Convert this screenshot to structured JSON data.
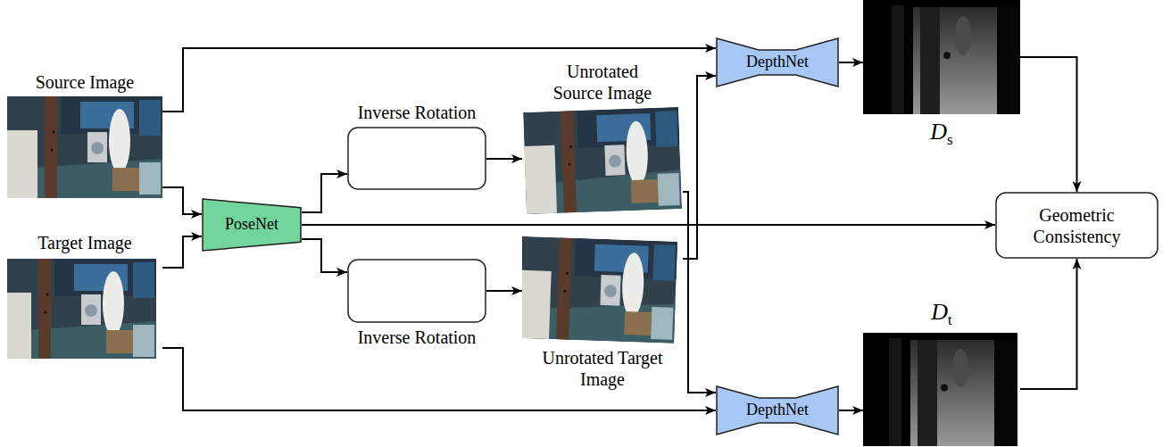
{
  "diagram": {
    "nodes": [
      {
        "text": [
          "Source Image"
        ]
      },
      {
        "text": [
          "Target Image"
        ]
      },
      {
        "text": [
          "PoseNet"
        ]
      },
      {
        "text": [
          "Inverse Rotation"
        ]
      },
      {
        "text": [
          "Inverse Rotation"
        ]
      },
      {
        "text": [
          "Unrotated Source Image"
        ]
      },
      {
        "text": [
          "Unrotated Target Image"
        ]
      },
      {
        "text": [
          "DepthNet"
        ]
      },
      {
        "text": [
          "DepthNet"
        ]
      },
      {
        "text": [
          "Ds"
        ]
      },
      {
        "text": [
          "Dt"
        ]
      },
      {
        "text": [
          "Geometric Consistency"
        ]
      }
    ],
    "edges": [
      {
        "from": 0,
        "to": 7,
        "arrow": "to"
      },
      {
        "from": 0,
        "to": 2,
        "arrow": "to"
      },
      {
        "from": 1,
        "to": 2,
        "arrow": "to"
      },
      {
        "from": 1,
        "to": 8,
        "arrow": "to"
      },
      {
        "from": 2,
        "to": 3,
        "arrow": "to"
      },
      {
        "from": 2,
        "to": 4,
        "arrow": "to"
      },
      {
        "from": 2,
        "to": 11,
        "arrow": "to"
      },
      {
        "from": 3,
        "to": 5,
        "arrow": "to"
      },
      {
        "from": 4,
        "to": 6,
        "arrow": "to"
      },
      {
        "from": 5,
        "to": 8,
        "arrow": "to"
      },
      {
        "from": 6,
        "to": 7,
        "arrow": "to"
      },
      {
        "from": 7,
        "to": 9,
        "arrow": "to"
      },
      {
        "from": 8,
        "to": 10,
        "arrow": "to"
      },
      {
        "from": 9,
        "to": 11,
        "arrow": "to"
      },
      {
        "from": 10,
        "to": 11,
        "arrow": "to"
      }
    ]
  }
}
